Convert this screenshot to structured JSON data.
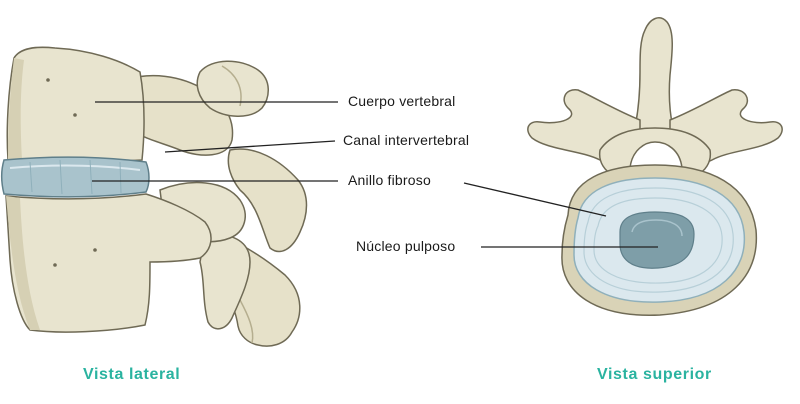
{
  "labels": {
    "cuerpo": "Cuerpo vertebral",
    "canal": "Canal intervertebral",
    "anillo": "Anillo fibroso",
    "nucleo": "Núcleo pulposo"
  },
  "captions": {
    "lateral": "Vista lateral",
    "superior": "Vista superior"
  },
  "colors": {
    "bone": "#e8e4cf",
    "bone_shadow": "#c9c3a6",
    "outline": "#6f6a55",
    "disc": "#a9c3cc",
    "disc_light": "#dbe8ee",
    "nucleus": "#7e9ea8",
    "caption": "#2ab3a0",
    "line": "#222222"
  }
}
